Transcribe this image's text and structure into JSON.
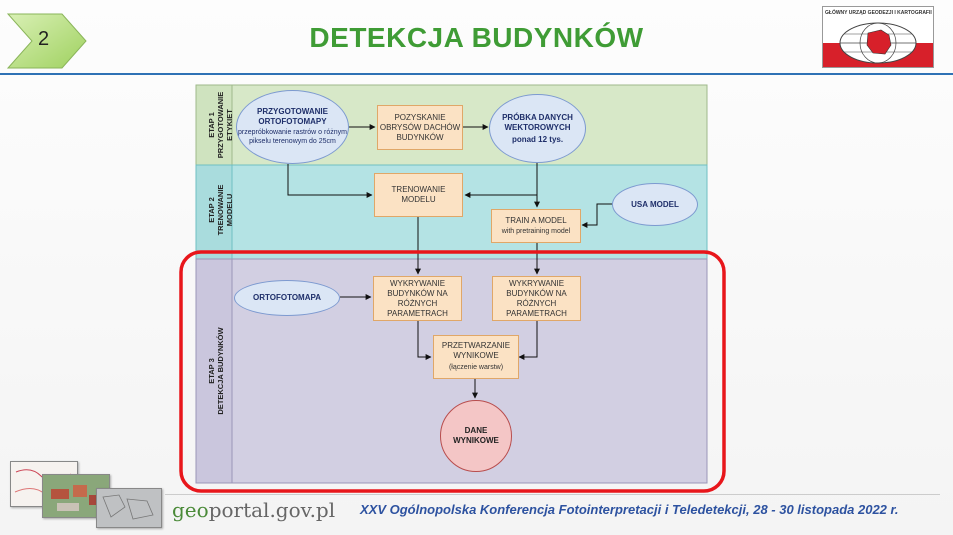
{
  "slide": {
    "number": "2",
    "title": "DETEKCJA BUDYNKÓW",
    "logo_text": "GŁÓWNY URZĄD GEODEZJI I KARTOGRAFII",
    "footer_site": {
      "prefix": "geo",
      "suffix": "portal.gov.pl"
    },
    "footer_conference": "XXV Ogólnopolska Konferencja Fotointerpretacji i Teledetekcji, 28 - 30 listopada 2022 r."
  },
  "colors": {
    "title_green": "#3f9c35",
    "rule_blue": "#2e72b5",
    "lane1": "#d7e8c8",
    "lane2": "#b4e3e4",
    "lane3": "#d2cfe2",
    "highlight_red": "#e8161b"
  },
  "diagram": {
    "lanes": [
      {
        "label": "ETAP 1\nPRZYGOTOWANIE\nETYKIET"
      },
      {
        "label": "ETAP 2\nTRENOWANIE\nMODELU"
      },
      {
        "label": "ETAP 3\nDETEKCJA BUDYNKÓW"
      }
    ],
    "nodes": {
      "prep_ortho": {
        "title": "PRZYGOTOWANIE ORTOFOTOMAPY",
        "sub": "przepróbkowanie rastrów o różnym pikselu terenowym do 25cm"
      },
      "roof_outlines": {
        "title": "POZYSKANIE OBRYSÓW DACHÓW BUDYNKÓW"
      },
      "vector_sample": {
        "title": "PRÓBKA DANYCH WEKTOROWYCH",
        "sub": "ponad 12 tys."
      },
      "train_model": {
        "title": "TRENOWANIE MODELU"
      },
      "usa_model": {
        "title": "USA MODEL"
      },
      "train_a_model": {
        "title": "TRAIN A MODEL",
        "sub": "with pretraining model"
      },
      "ortofotomapa": {
        "title": "ORTOFOTOMAPA"
      },
      "detect_1": {
        "title": "WYKRYWANIE BUDYNKÓW NA RÓŻNYCH PARAMETRACH"
      },
      "detect_2": {
        "title": "WYKRYWANIE BUDYNKÓW NA RÓŻNYCH PARAMETRACH"
      },
      "processing": {
        "title": "PRZETWARZANIE WYNIKOWE",
        "sub": "(łączenie warstw)"
      },
      "results": {
        "title": "DANE WYNIKOWE"
      }
    }
  }
}
